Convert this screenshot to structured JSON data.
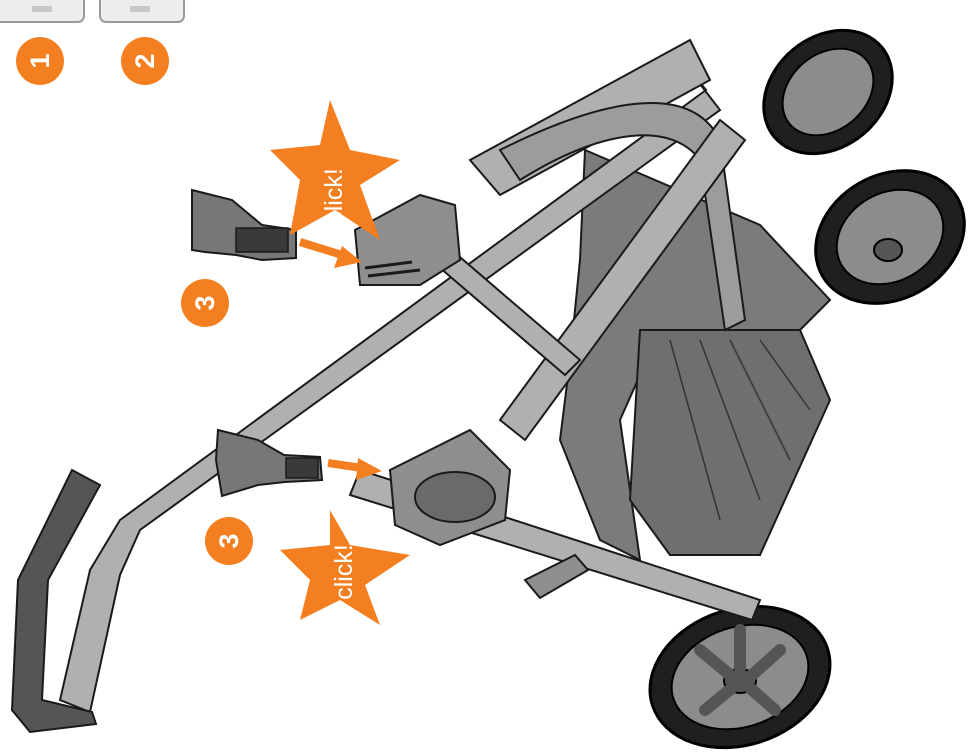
{
  "colors": {
    "accent": "#f47f20",
    "frame": "#a9a9a9",
    "frame_dark": "#6b6b6b",
    "outline": "#1a1a1a",
    "seat": "#777777",
    "tire": "#222222"
  },
  "steps": {
    "step1": "1",
    "step2": "2",
    "step3_top": "3",
    "step3_bottom": "3"
  },
  "bursts": {
    "top": "click!",
    "bottom": "click!"
  }
}
